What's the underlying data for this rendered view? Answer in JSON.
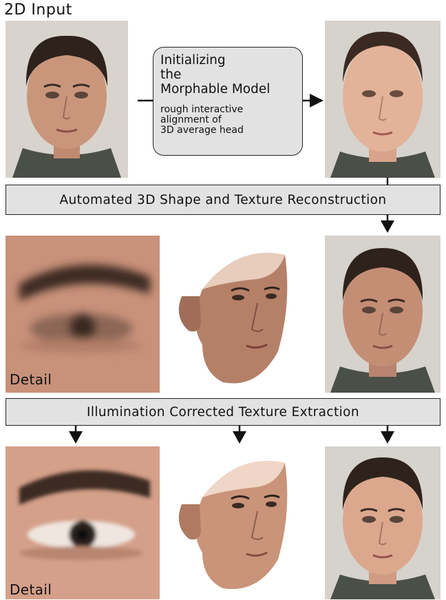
{
  "title": "2D Input",
  "init_box": {
    "title": "Initializing\nthe\nMorphable Model",
    "subtitle": "rough interactive\nalignment of\n3D average head"
  },
  "bar1": "Automated 3D Shape and Texture Reconstruction",
  "bar2": "Illumination Corrected Texture Extraction",
  "detail_label_1": "Detail",
  "detail_label_2": "Detail",
  "colors": {
    "box_fill": "#e2e2e2",
    "skin": "#c9967c",
    "hair": "#3a2a22",
    "background_photo": "#dcd8d2"
  }
}
